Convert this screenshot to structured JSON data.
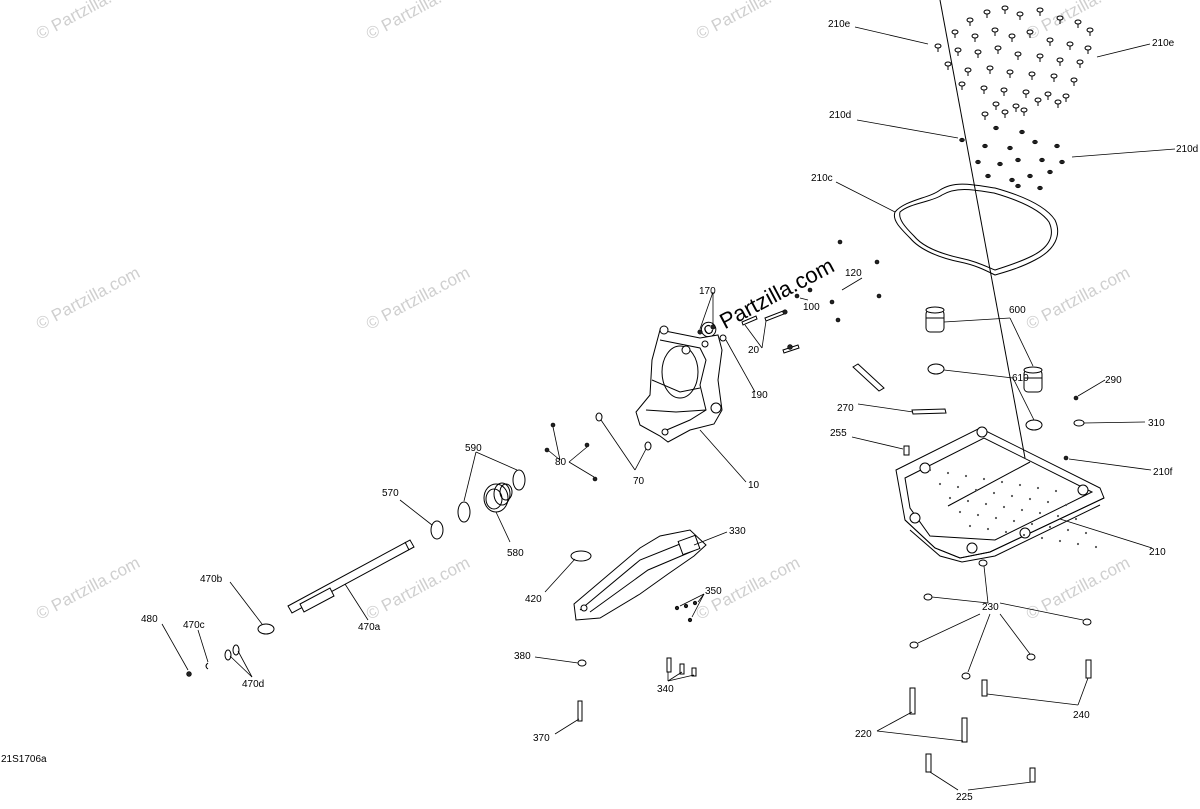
{
  "diagram_code": "21S1706a",
  "watermark": "© Partzilla.com",
  "center_watermark": "© Partzilla.com",
  "labels": {
    "p210e_left": "210e",
    "p210e_right": "210e",
    "p210d_left": "210d",
    "p210d_right": "210d",
    "p210c": "210c",
    "p120": "120",
    "p170": "170",
    "p100": "100",
    "p20": "20",
    "p190": "190",
    "p600": "600",
    "p610": "610",
    "p290": "290",
    "p270": "270",
    "p310": "310",
    "p255": "255",
    "p210f": "210f",
    "p10": "10",
    "p80": "80",
    "p70": "70",
    "p590": "590",
    "p570": "570",
    "p580": "580",
    "p330": "330",
    "p210": "210",
    "p420": "420",
    "p350": "350",
    "p470b": "470b",
    "p470a": "470a",
    "p480": "480",
    "p470c": "470c",
    "p470d": "470d",
    "p380": "380",
    "p340": "340",
    "p230": "230",
    "p370": "370",
    "p220": "220",
    "p240": "240",
    "p225": "225"
  }
}
